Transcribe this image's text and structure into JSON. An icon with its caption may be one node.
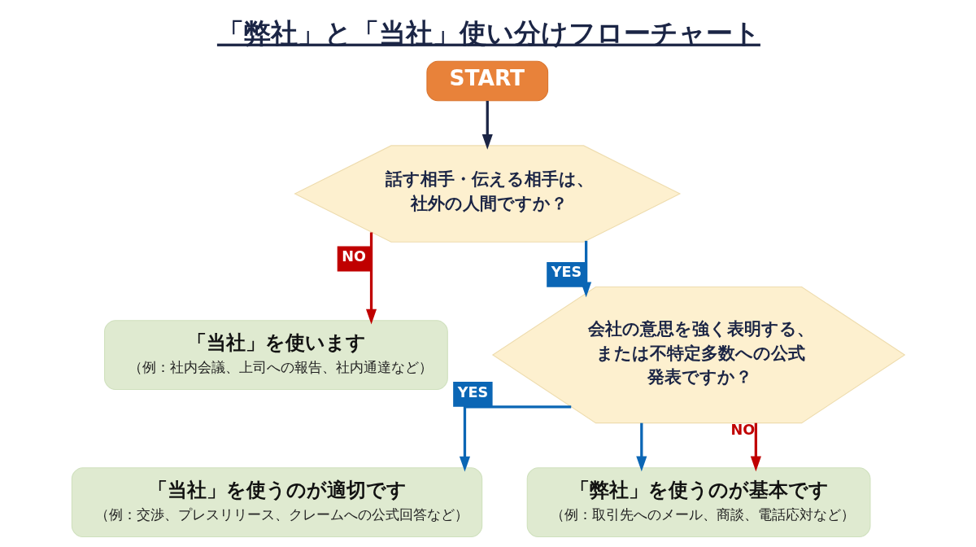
{
  "diagram": {
    "title": "「弊社」と「当社」使い分けフローチャート",
    "nodes": [
      {
        "text": [
          "START"
        ]
      },
      {
        "text": [
          "話す相手・伝える相手は、社外の人間ですか？"
        ]
      },
      {
        "text": [
          "「当社」を使います",
          "（例：社内会議、上司への報告、社内通達など）"
        ]
      },
      {
        "text": [
          "会社の意思を強く表明する、または不特定多数への公式発表ですか？"
        ]
      },
      {
        "text": [
          "「当社」を使うのが適切です",
          "（例：交渉、プレスリリース、クレームへの公式回答など）"
        ]
      },
      {
        "text": [
          "「弊社」を使うのが基本です",
          "（例：取引先へのメール、商談、電話応対など）"
        ]
      }
    ],
    "edges": [
      {
        "from": 0,
        "to": 1,
        "arrow": "to",
        "color": "#1b2545"
      },
      {
        "from": 1,
        "to": 2,
        "arrow": "to",
        "label": "NO",
        "color": "#c00000"
      },
      {
        "from": 1,
        "to": 3,
        "arrow": "to",
        "label": "YES"
      },
      {
        "from": 3,
        "to": 4,
        "arrow": "to",
        "label": "YES"
      },
      {
        "from": 3,
        "to": 5,
        "arrow": "to"
      },
      {
        "from": 3,
        "to": 5,
        "arrow": "to",
        "label": "NO",
        "color": "#c00000"
      }
    ]
  }
}
